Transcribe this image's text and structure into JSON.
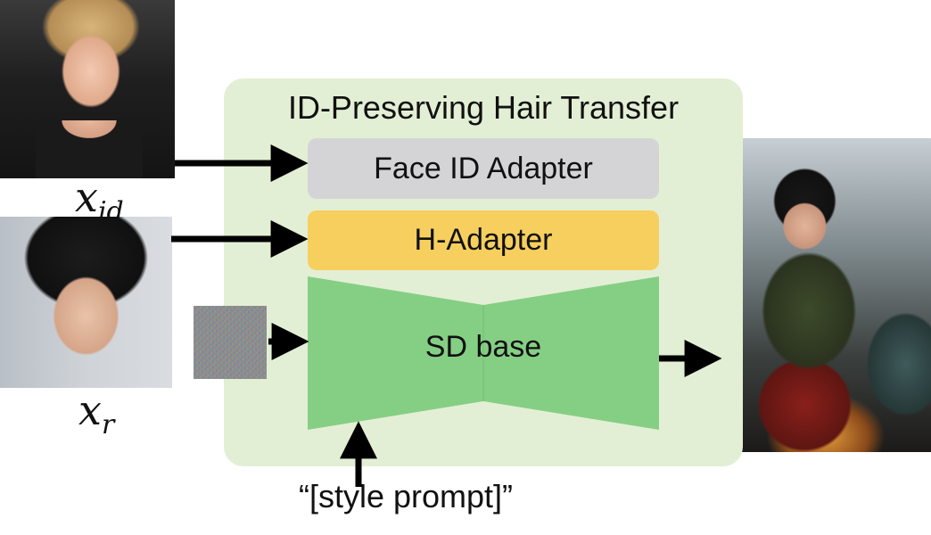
{
  "diagram": {
    "panel_title": "ID-Preserving Hair Transfer",
    "blocks": {
      "face_id_adapter": "Face ID Adapter",
      "h_adapter": "H-Adapter",
      "sd_base": "SD base"
    },
    "inputs": {
      "identity_label_base": "x",
      "identity_label_sub": "id",
      "reference_label_base": "x",
      "reference_label_sub": "r",
      "style_prompt": "“[style prompt]”"
    },
    "colors": {
      "panel": "#e3efd4",
      "face_id_adapter": "#d4d4d6",
      "h_adapter": "#f6cf5e",
      "sd_base": "#85cf85"
    }
  }
}
